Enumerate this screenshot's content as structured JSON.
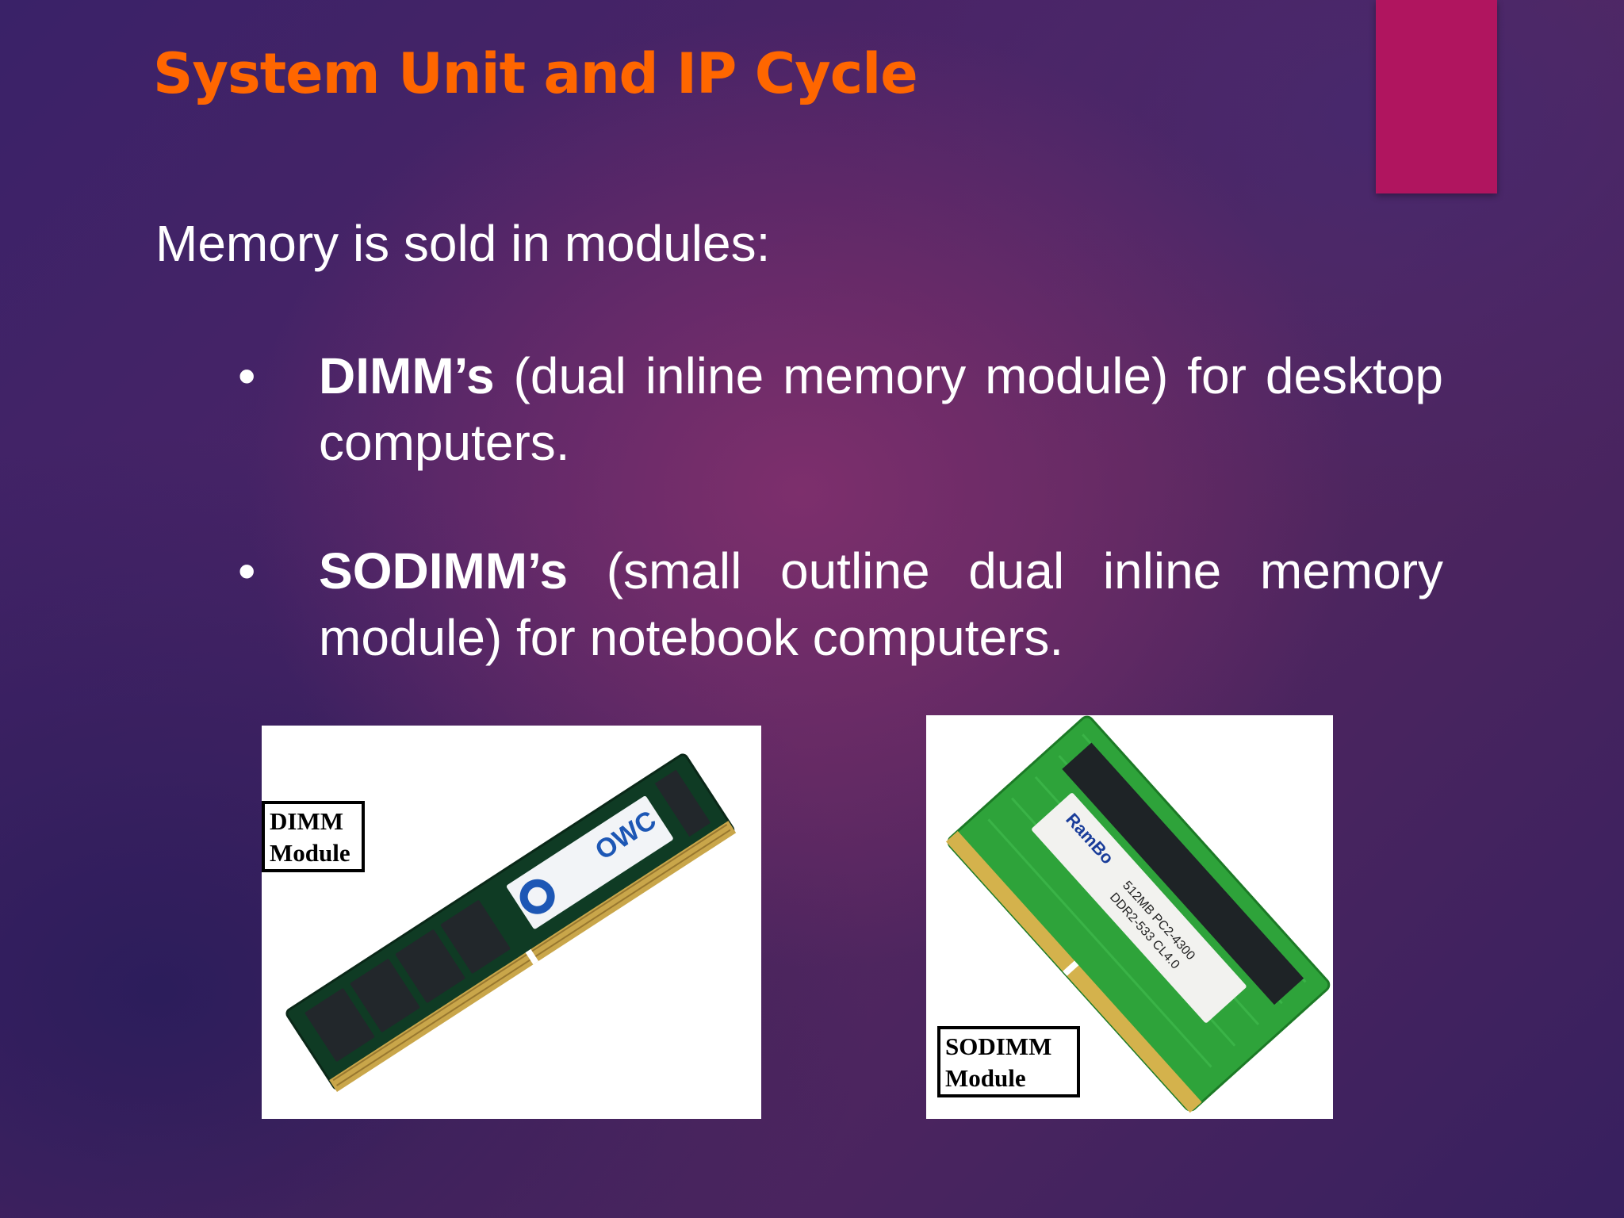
{
  "slide": {
    "title": "System Unit and IP Cycle",
    "intro": "Memory is sold in modules:",
    "bullets": [
      {
        "marker": "•",
        "term": "DIMM’s",
        "description": " (dual inline memory module) for desktop computers."
      },
      {
        "marker": "•",
        "term": "SODIMM’s",
        "description": " (small outline dual inline memory module) for notebook computers."
      }
    ],
    "images": {
      "dimm": {
        "caption_line1": "DIMM",
        "caption_line2": "Module",
        "brand": "OWC"
      },
      "sodimm": {
        "caption_line1": "SODIMM",
        "caption_line2": "Module",
        "brand": "RamBo",
        "label_line1": "512MB PC2-4300",
        "label_line2": "DDR2-533 CL4.0"
      }
    }
  },
  "colors": {
    "title": "#ff6600",
    "accent_bar": "#b0155f",
    "body_text": "#ffffff"
  }
}
